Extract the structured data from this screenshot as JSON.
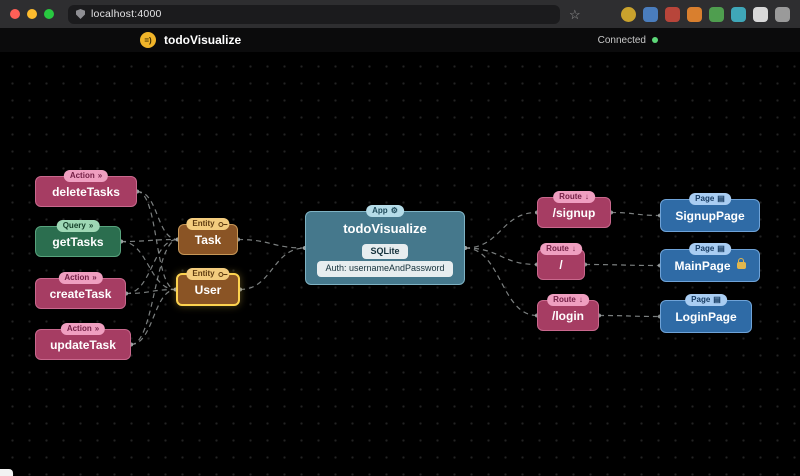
{
  "browser": {
    "url": "localhost:4000",
    "traffic_lights": [
      "#ff5f57",
      "#febc2e",
      "#28c840"
    ],
    "bookmark_star": "☆",
    "extensions": [
      {
        "name": "extension-yellow-circle",
        "color": "#c9a22d"
      },
      {
        "name": "extension-blue",
        "color": "#4a7dbd"
      },
      {
        "name": "extension-red",
        "color": "#b8453a"
      },
      {
        "name": "extension-orange",
        "color": "#d97f2e"
      },
      {
        "name": "extension-green",
        "color": "#4f9e4f"
      },
      {
        "name": "extension-teal",
        "color": "#3fa7b8"
      },
      {
        "name": "extension-book",
        "color": "#d8d8d8"
      },
      {
        "name": "extension-panel",
        "color": "#9a9a9a"
      }
    ]
  },
  "header": {
    "logo": "=)",
    "title": "todoVisualize",
    "status_label": "Connected",
    "status_color": "#5dd879"
  },
  "canvas": {
    "operations": [
      {
        "id": "deleteTasks",
        "kind": "action",
        "badge": "Action",
        "badge_icon": "»",
        "label": "deleteTasks"
      },
      {
        "id": "getTasks",
        "kind": "query",
        "badge": "Query",
        "badge_icon": "»",
        "label": "getTasks"
      },
      {
        "id": "createTask",
        "kind": "action",
        "badge": "Action",
        "badge_icon": "»",
        "label": "createTask"
      },
      {
        "id": "updateTask",
        "kind": "action",
        "badge": "Action",
        "badge_icon": "»",
        "label": "updateTask"
      }
    ],
    "entities": [
      {
        "id": "Task",
        "badge": "Entity",
        "label": "Task",
        "selected": false
      },
      {
        "id": "User",
        "badge": "Entity",
        "label": "User",
        "selected": true
      }
    ],
    "app": {
      "id": "app",
      "badge": "App",
      "badge_icon": "⚙",
      "label": "todoVisualize",
      "db": "SQLite",
      "auth": "Auth: usernameAndPassword"
    },
    "routes": [
      {
        "id": "route-signup",
        "badge": "Route",
        "badge_icon": "↓",
        "label": "/signup"
      },
      {
        "id": "route-root",
        "badge": "Route",
        "badge_icon": "↓",
        "label": "/"
      },
      {
        "id": "route-login",
        "badge": "Route",
        "badge_icon": "↓",
        "label": "/login"
      }
    ],
    "pages": [
      {
        "id": "SignupPage",
        "badge": "Page",
        "badge_icon": "▤",
        "label": "SignupPage",
        "locked": false
      },
      {
        "id": "MainPage",
        "badge": "Page",
        "badge_icon": "▤",
        "label": "MainPage",
        "locked": true
      },
      {
        "id": "LoginPage",
        "badge": "Page",
        "badge_icon": "▤",
        "label": "LoginPage",
        "locked": false
      }
    ],
    "edges": [
      {
        "from": "deleteTasks",
        "to": "Task"
      },
      {
        "from": "deleteTasks",
        "to": "User"
      },
      {
        "from": "getTasks",
        "to": "Task"
      },
      {
        "from": "getTasks",
        "to": "User"
      },
      {
        "from": "createTask",
        "to": "Task"
      },
      {
        "from": "createTask",
        "to": "User"
      },
      {
        "from": "updateTask",
        "to": "Task"
      },
      {
        "from": "updateTask",
        "to": "User"
      },
      {
        "from": "Task",
        "to": "app"
      },
      {
        "from": "User",
        "to": "app"
      },
      {
        "from": "app",
        "to": "route-signup"
      },
      {
        "from": "app",
        "to": "route-root"
      },
      {
        "from": "app",
        "to": "route-login"
      },
      {
        "from": "route-signup",
        "to": "SignupPage"
      },
      {
        "from": "route-root",
        "to": "MainPage"
      },
      {
        "from": "route-login",
        "to": "LoginPage"
      }
    ]
  },
  "palette": {
    "action": "#a63d63",
    "query": "#2b6e4f",
    "entity": "#8a5425",
    "app": "#45788c",
    "route": "#a63d63",
    "page": "#2f6ba6",
    "selected_border": "#fdd34f",
    "edge": "#9a9f9f"
  }
}
